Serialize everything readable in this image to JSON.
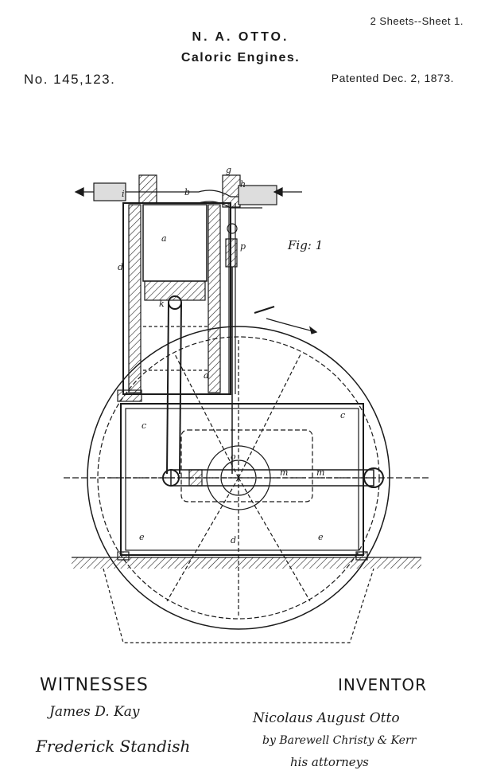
{
  "header": {
    "sheet": "2 Sheets--Sheet 1.",
    "inventor": "N. A. OTTO.",
    "title": "Caloric Engines.",
    "patent_no": "No. 145,123.",
    "patented": "Patented Dec. 2, 1873."
  },
  "figure": {
    "label": "Fig: 1",
    "letters": {
      "a": "a",
      "b": "b",
      "c": "c",
      "d": "d",
      "e": "e",
      "g": "g",
      "h": "h",
      "i": "i",
      "k": "k",
      "m": "m",
      "o": "o",
      "p": "p"
    }
  },
  "signatures": {
    "witnesses_label": "WITNESSES",
    "witness_1": "James D. Kay",
    "witness_2": "Frederick Standish",
    "inventor_label": "INVENTOR",
    "inventor_sig": "Nicolaus August Otto",
    "attorneys_line": "by Barewell Christy & Kerr",
    "attorneys": "his attorneys"
  }
}
